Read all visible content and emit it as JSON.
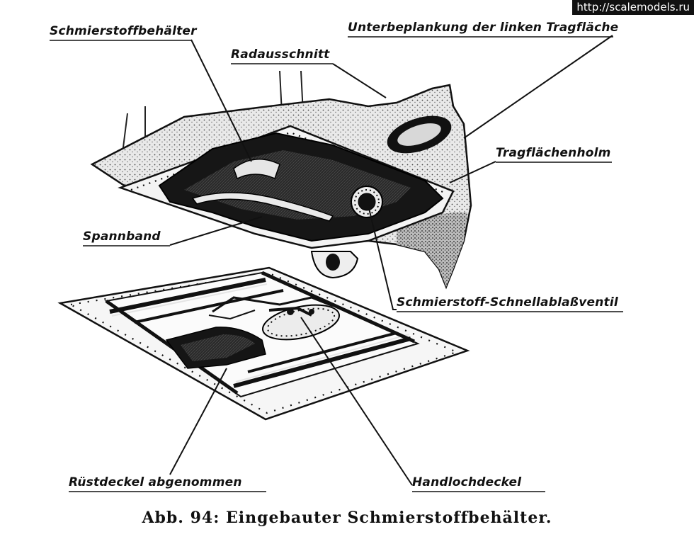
{
  "watermark": "http://scalemodels.ru",
  "labels": {
    "oil_tank": "Schmierstoffbehälter",
    "lower_skin": "Unterbeplankung der linken Tragfläche",
    "wheel_cutout": "Radausschnitt",
    "wing_spar": "Tragflächenholm",
    "strap": "Spannband",
    "drain_valve": "Schmierstoff-Schnellablaßventil",
    "cover_removed": "Rüstdeckel abgenommen",
    "handhole_cover": "Handlochdeckel"
  },
  "caption": "Abb. 94: Eingebauter Schmierstoffbehälter."
}
